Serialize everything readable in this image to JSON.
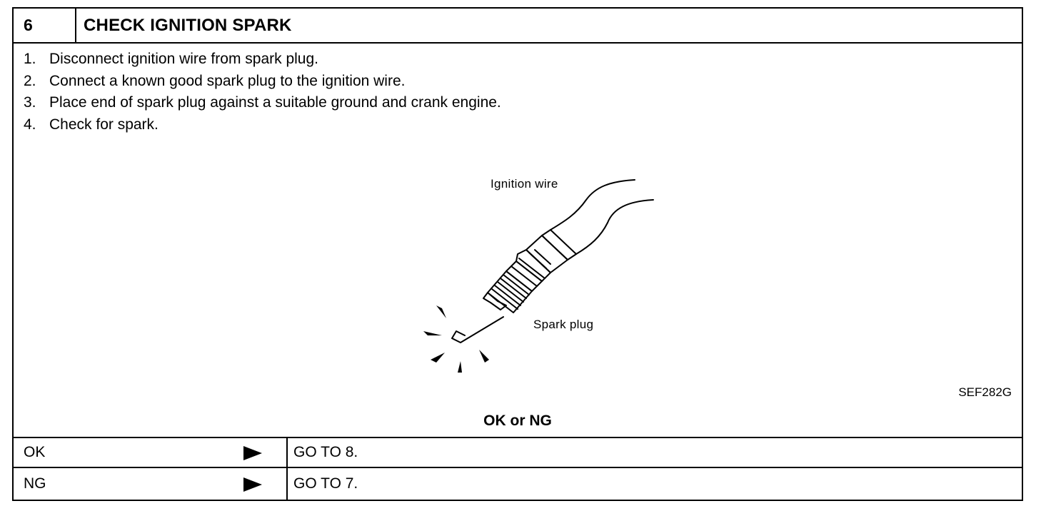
{
  "step": {
    "number": "6",
    "title": "CHECK IGNITION SPARK"
  },
  "instructions": [
    {
      "num": "1.",
      "text": "Disconnect ignition wire from spark plug."
    },
    {
      "num": "2.",
      "text": "Connect a known good spark plug to the ignition wire."
    },
    {
      "num": "3.",
      "text": "Place end of spark plug against a suitable ground and crank engine."
    },
    {
      "num": "4.",
      "text": "Check for spark."
    }
  ],
  "figure": {
    "label_wire": "Ignition wire",
    "label_plug": "Spark plug",
    "code": "SEF282G"
  },
  "result_heading": "OK or NG",
  "results": [
    {
      "label": "OK",
      "action": "GO TO 8."
    },
    {
      "label": "NG",
      "action": "GO TO 7."
    }
  ]
}
